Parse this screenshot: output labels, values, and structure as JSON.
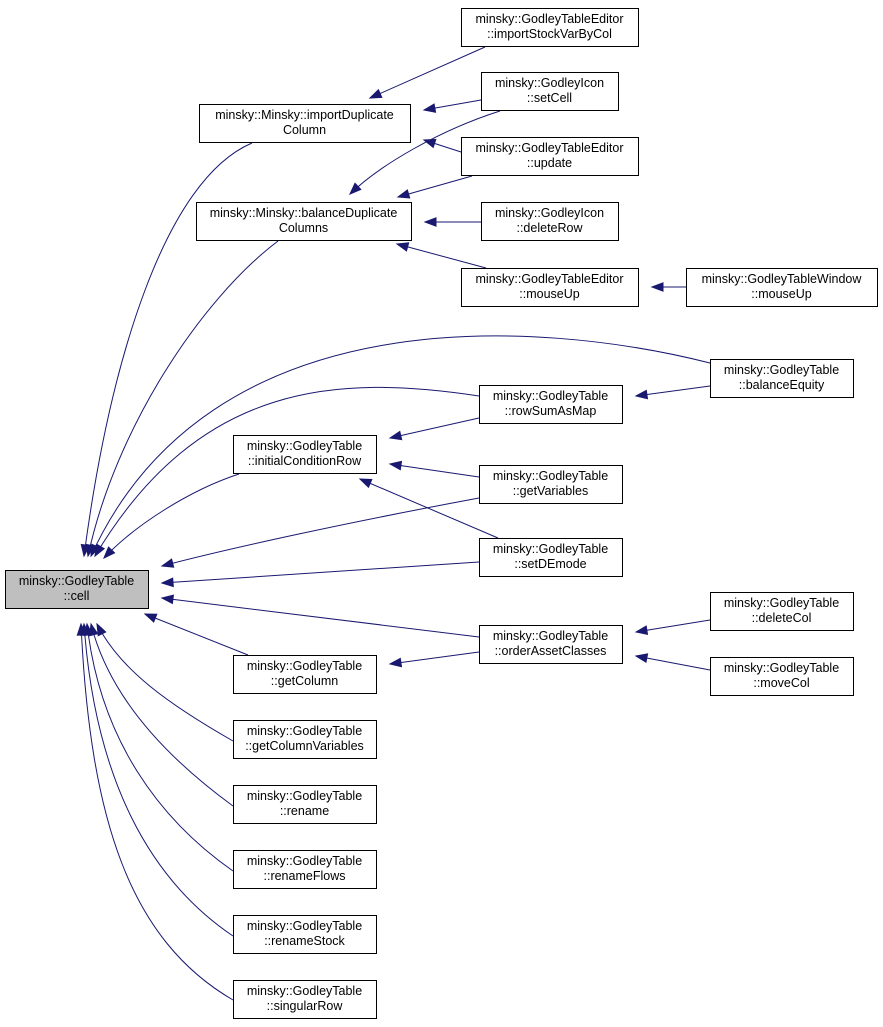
{
  "diagram": {
    "nodes": [
      {
        "id": "cell",
        "lines": [
          "minsky::GodleyTable",
          "::cell"
        ],
        "root": true
      },
      {
        "id": "importDuplicateColumn",
        "lines": [
          "minsky::Minsky::importDuplicate",
          "Column"
        ]
      },
      {
        "id": "balanceDuplicateColumns",
        "lines": [
          "minsky::Minsky::balanceDuplicate",
          "Columns"
        ]
      },
      {
        "id": "importStockVarByCol",
        "lines": [
          "minsky::GodleyTableEditor",
          "::importStockVarByCol"
        ]
      },
      {
        "id": "iconSetCell",
        "lines": [
          "minsky::GodleyIcon",
          "::setCell"
        ]
      },
      {
        "id": "editorUpdate",
        "lines": [
          "minsky::GodleyTableEditor",
          "::update"
        ]
      },
      {
        "id": "iconDeleteRow",
        "lines": [
          "minsky::GodleyIcon",
          "::deleteRow"
        ]
      },
      {
        "id": "editorMouseUp",
        "lines": [
          "minsky::GodleyTableEditor",
          "::mouseUp"
        ]
      },
      {
        "id": "windowMouseUp",
        "lines": [
          "minsky::GodleyTableWindow",
          "::mouseUp"
        ]
      },
      {
        "id": "balanceEquity",
        "lines": [
          "minsky::GodleyTable",
          "::balanceEquity"
        ]
      },
      {
        "id": "rowSumAsMap",
        "lines": [
          "minsky::GodleyTable",
          "::rowSumAsMap"
        ]
      },
      {
        "id": "initialConditionRow",
        "lines": [
          "minsky::GodleyTable",
          "::initialConditionRow"
        ]
      },
      {
        "id": "getVariables",
        "lines": [
          "minsky::GodleyTable",
          "::getVariables"
        ]
      },
      {
        "id": "setDEmode",
        "lines": [
          "minsky::GodleyTable",
          "::setDEmode"
        ]
      },
      {
        "id": "orderAssetClasses",
        "lines": [
          "minsky::GodleyTable",
          "::orderAssetClasses"
        ]
      },
      {
        "id": "deleteCol",
        "lines": [
          "minsky::GodleyTable",
          "::deleteCol"
        ]
      },
      {
        "id": "moveCol",
        "lines": [
          "minsky::GodleyTable",
          "::moveCol"
        ]
      },
      {
        "id": "getColumn",
        "lines": [
          "minsky::GodleyTable",
          "::getColumn"
        ]
      },
      {
        "id": "getColumnVariables",
        "lines": [
          "minsky::GodleyTable",
          "::getColumnVariables"
        ]
      },
      {
        "id": "rename",
        "lines": [
          "minsky::GodleyTable",
          "::rename"
        ]
      },
      {
        "id": "renameFlows",
        "lines": [
          "minsky::GodleyTable",
          "::renameFlows"
        ]
      },
      {
        "id": "renameStock",
        "lines": [
          "minsky::GodleyTable",
          "::renameStock"
        ]
      },
      {
        "id": "singularRow",
        "lines": [
          "minsky::GodleyTable",
          "::singularRow"
        ]
      }
    ],
    "edges": [
      {
        "from": "importDuplicateColumn",
        "to": "cell"
      },
      {
        "from": "balanceDuplicateColumns",
        "to": "cell"
      },
      {
        "from": "balanceEquity",
        "to": "cell"
      },
      {
        "from": "rowSumAsMap",
        "to": "cell"
      },
      {
        "from": "initialConditionRow",
        "to": "cell"
      },
      {
        "from": "getVariables",
        "to": "cell"
      },
      {
        "from": "setDEmode",
        "to": "cell"
      },
      {
        "from": "orderAssetClasses",
        "to": "cell"
      },
      {
        "from": "getColumn",
        "to": "cell"
      },
      {
        "from": "getColumnVariables",
        "to": "cell"
      },
      {
        "from": "rename",
        "to": "cell"
      },
      {
        "from": "renameFlows",
        "to": "cell"
      },
      {
        "from": "renameStock",
        "to": "cell"
      },
      {
        "from": "singularRow",
        "to": "cell"
      },
      {
        "from": "importStockVarByCol",
        "to": "importDuplicateColumn"
      },
      {
        "from": "iconSetCell",
        "to": "importDuplicateColumn"
      },
      {
        "from": "editorUpdate",
        "to": "importDuplicateColumn"
      },
      {
        "from": "iconSetCell",
        "to": "balanceDuplicateColumns"
      },
      {
        "from": "editorUpdate",
        "to": "balanceDuplicateColumns"
      },
      {
        "from": "iconDeleteRow",
        "to": "balanceDuplicateColumns"
      },
      {
        "from": "editorMouseUp",
        "to": "balanceDuplicateColumns"
      },
      {
        "from": "windowMouseUp",
        "to": "editorMouseUp"
      },
      {
        "from": "balanceEquity",
        "to": "rowSumAsMap"
      },
      {
        "from": "rowSumAsMap",
        "to": "initialConditionRow"
      },
      {
        "from": "getVariables",
        "to": "initialConditionRow"
      },
      {
        "from": "setDEmode",
        "to": "initialConditionRow"
      },
      {
        "from": "deleteCol",
        "to": "orderAssetClasses"
      },
      {
        "from": "moveCol",
        "to": "orderAssetClasses"
      },
      {
        "from": "orderAssetClasses",
        "to": "getColumn"
      }
    ]
  }
}
